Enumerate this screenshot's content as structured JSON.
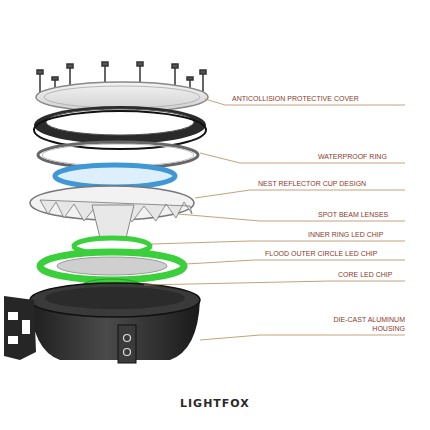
{
  "diagram": {
    "labels": [
      "ANTICOLLISION PROTECTIVE COVER",
      "WATERPROOF RING",
      "NEST REFLECTOR CUP DESIGN",
      "SPOT BEAM LENSES",
      "INNER RING LED CHIP",
      "FLOOD OUTER CIRCLE LED CHIP",
      "CORE LED CHIP",
      "DIE-CAST ALUMINUM HOUSING",
      "LIGHTFOX"
    ]
  }
}
